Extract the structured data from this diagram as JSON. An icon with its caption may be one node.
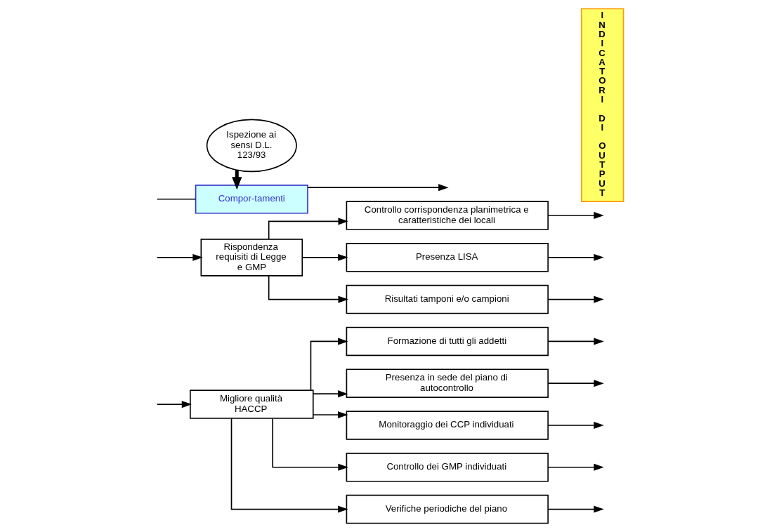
{
  "diagram": {
    "nodes": [
      {
        "text": [
          "Ispezione ai sensi D.L. 123/93"
        ]
      },
      {
        "text": [
          "Compor-tamenti"
        ]
      },
      {
        "text": [
          "Rispondenza requisiti di Legge e GMP"
        ]
      },
      {
        "text": [
          "Migliore qualità HACCP"
        ]
      },
      {
        "text": [
          "Controllo corrispondenza planimetrica e caratteristiche dei locali"
        ]
      },
      {
        "text": [
          "Presenza LISA"
        ]
      },
      {
        "text": [
          "Risultati tamponi e/o campioni"
        ]
      },
      {
        "text": [
          "Presenza in sede del piano di autocontrollo"
        ]
      },
      {
        "text": [
          "Monitoraggio dei CCP individuati"
        ]
      },
      {
        "text": [
          "Controllo dei GMP individuati"
        ]
      },
      {
        "text": [
          "Verifiche periodiche del piano"
        ]
      },
      {
        "text": [
          "Formazione di tutti gli addetti"
        ]
      },
      {
        "text": [
          "INDICATORI DI OUTPUT"
        ]
      }
    ],
    "edges": [
      {
        "from": 0,
        "to": 1,
        "arrow": "to",
        "style": "thick"
      },
      {
        "from": 1,
        "to": null,
        "arrow": "to"
      },
      {
        "from": null,
        "to": 1,
        "arrow": "none"
      },
      {
        "from": null,
        "to": 2,
        "arrow": "to"
      },
      {
        "from": null,
        "to": 3,
        "arrow": "to"
      },
      {
        "from": 2,
        "to": 4,
        "arrow": "to"
      },
      {
        "from": 2,
        "to": 5,
        "arrow": "to"
      },
      {
        "from": 2,
        "to": 6,
        "arrow": "to"
      },
      {
        "from": 3,
        "to": 7,
        "arrow": "to"
      },
      {
        "from": 3,
        "to": 8,
        "arrow": "to"
      },
      {
        "from": 3,
        "to": 9,
        "arrow": "to"
      },
      {
        "from": 3,
        "to": 10,
        "arrow": "to"
      },
      {
        "from": 3,
        "to": 11,
        "arrow": "to"
      },
      {
        "from": 4,
        "to": null,
        "arrow": "to"
      },
      {
        "from": 5,
        "to": null,
        "arrow": "to"
      },
      {
        "from": 6,
        "to": null,
        "arrow": "to"
      },
      {
        "from": 7,
        "to": null,
        "arrow": "to"
      },
      {
        "from": 8,
        "to": null,
        "arrow": "to"
      },
      {
        "from": 9,
        "to": null,
        "arrow": "to"
      },
      {
        "from": 10,
        "to": null,
        "arrow": "to"
      },
      {
        "from": 11,
        "to": null,
        "arrow": "to"
      }
    ]
  }
}
